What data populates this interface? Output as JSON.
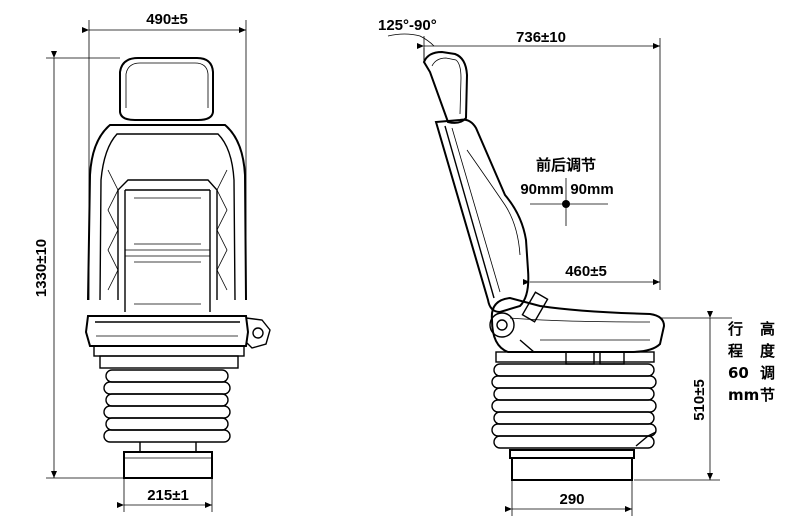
{
  "front_view": {
    "width_dim": "490±5",
    "height_dim": "1330±10",
    "base_dim": "215±1"
  },
  "side_view": {
    "recline_dim": "125°-90°",
    "depth_dim": "736±10",
    "slide_label": "前后调节",
    "slide_left": "90mm",
    "slide_right": "90mm",
    "cushion_dim": "460±5",
    "seat_height_dim": "510±5",
    "base_dim": "290",
    "stroke_label": "行程60mm",
    "height_adjust_label": "高度调节"
  }
}
